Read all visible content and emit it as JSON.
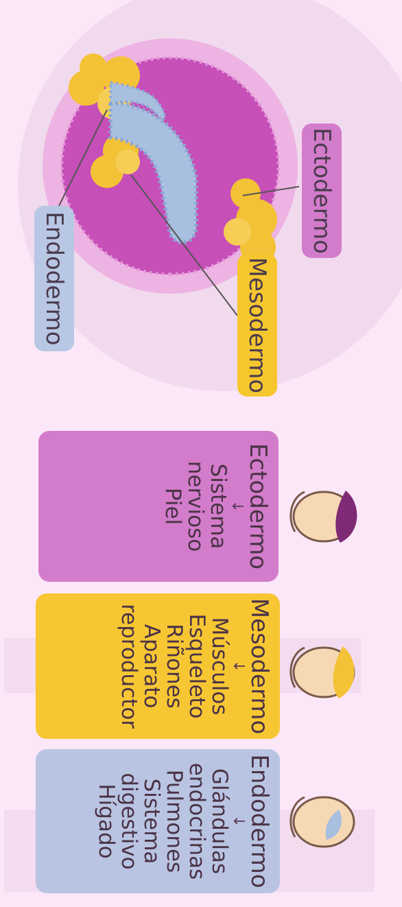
{
  "labels": {
    "ectodermo": "Ectodermo",
    "mesodermo": "Mesodermo",
    "endodermo": "Endodermo"
  },
  "cards": [
    {
      "title": "Ectodermo",
      "arrow": "↓",
      "items": [
        "Sistema",
        "nervioso",
        "Piel"
      ]
    },
    {
      "title": "Mesodermo",
      "arrow": "↓",
      "items": [
        "Músculos",
        "Esqueleto",
        "Riñones",
        "Aparato",
        "reproductor"
      ]
    },
    {
      "title": "Endodermo",
      "arrow": "↓",
      "items": [
        "Glándulas",
        "endocrinas",
        "Pulmones",
        "Sistema",
        "digestivo",
        "Hígado"
      ]
    }
  ],
  "colors": {
    "background": "#fbe7f8",
    "ectodermo": "#d873c8",
    "mesodermo": "#f7c72d",
    "endodermo": "#b8c6e2",
    "yolk": "#f4c236"
  },
  "icons": [
    "embryo-ectodermo-icon",
    "embryo-mesodermo-icon",
    "embryo-endodermo-icon"
  ]
}
